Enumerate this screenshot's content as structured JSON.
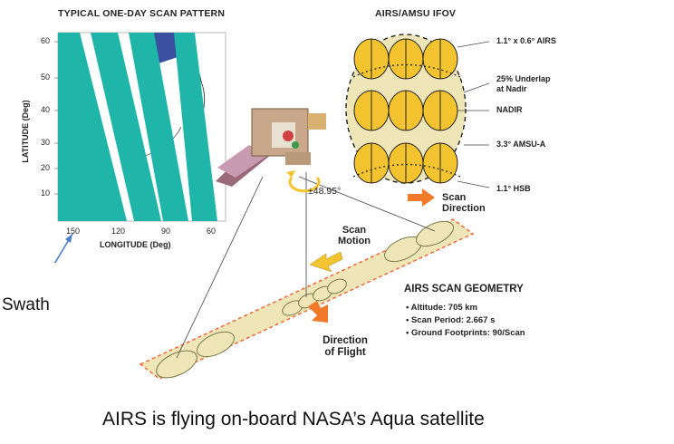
{
  "map": {
    "title": "TYPICAL ONE-DAY SCAN PATTERN",
    "ylabel": "LATITUDE (Deg)",
    "xlabel": "LONGITUDE (Deg)",
    "yticks": [
      "60",
      "50",
      "40",
      "30",
      "20",
      "10"
    ],
    "xticks": [
      "150",
      "120",
      "90",
      "60"
    ]
  },
  "ifov": {
    "title": "AIRS/AMSU IFOV",
    "labels": {
      "airs": "1.1° x 0.6° AIRS",
      "underlap": "25% Underlap at Nadir",
      "nadir": "NADIR",
      "amsu": "3.3° AMSU-A",
      "hsb": "1.1° HSB"
    },
    "scan_direction": "Scan Direction"
  },
  "satellite": {
    "angle": "±48.95°"
  },
  "geometry": {
    "scan_motion": "Scan Motion",
    "direction_of_flight": "Direction of Flight",
    "title": "AIRS SCAN GEOMETRY",
    "specs": [
      "Altitude: 705 km",
      "Scan Period: 2.667 s",
      "Ground Footprints: 90/Scan"
    ]
  },
  "annotations": {
    "swath": "Swath"
  },
  "caption": "AIRS is flying on-board NASA’s Aqua satellite",
  "colors": {
    "swath_teal": "#1fb5a8",
    "land_blue": "#3b4fa0",
    "footprint_yellow": "#f4c430",
    "ground_fill": "#efe6b8",
    "orange_arrow": "#f07a2a",
    "strip_edge": "#ef6a3a"
  }
}
